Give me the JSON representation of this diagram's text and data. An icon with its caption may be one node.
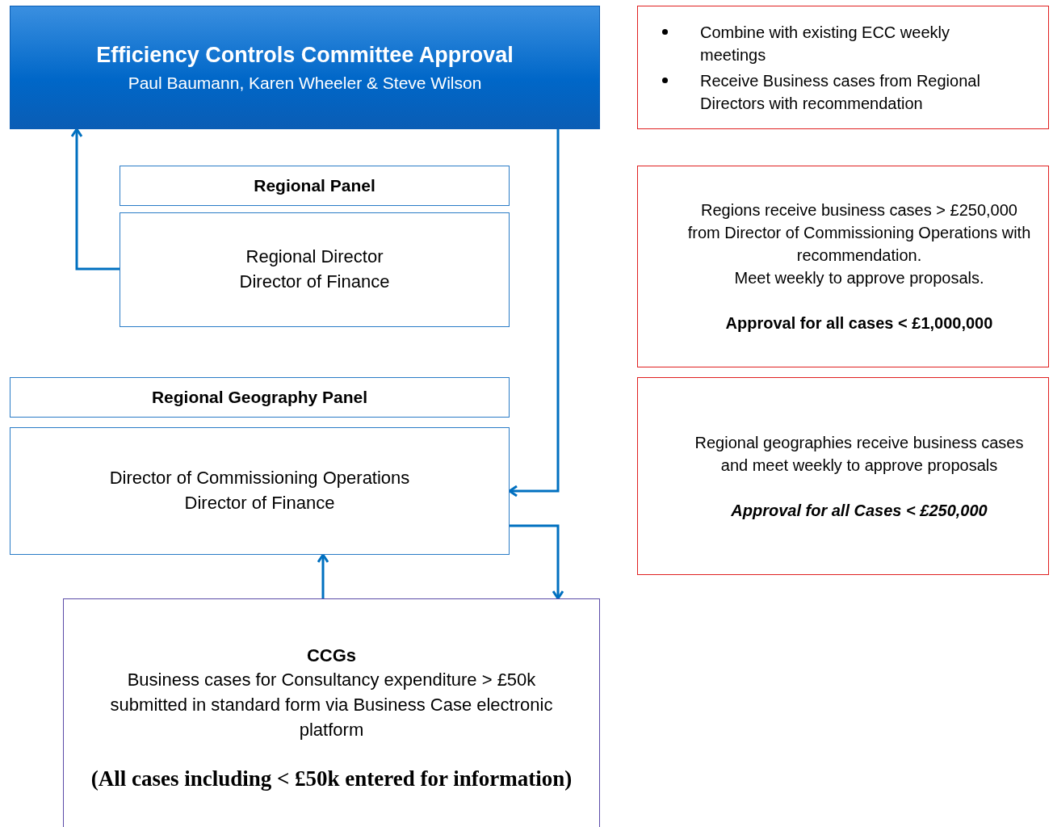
{
  "diagram": {
    "nodes": [
      {
        "text": [
          "Efficiency Controls Committee Approval",
          "Paul Baumann, Karen Wheeler & Steve Wilson"
        ]
      },
      {
        "text": [
          "Regional Panel"
        ]
      },
      {
        "text": [
          "Regional Director",
          "Director of Finance"
        ]
      },
      {
        "text": [
          "Regional Geography Panel"
        ]
      },
      {
        "text": [
          "Director of Commissioning Operations",
          "Director of Finance"
        ]
      },
      {
        "text": [
          "CCGs",
          "Business cases for Consultancy expenditure > £50k submitted in standard form via Business Case electronic platform",
          "(All cases including < £50k entered for information)"
        ]
      },
      {
        "text": [
          "Combine with existing ECC weekly meetings",
          "Receive Business cases from Regional Directors with recommendation"
        ]
      },
      {
        "text": [
          "Regions receive business cases > £250,000 from Director of Commissioning Operations with recommendation.",
          "Meet weekly to approve proposals.",
          "Approval for all cases < £1,000,000"
        ]
      },
      {
        "text": [
          "Regional geographies receive business cases and meet weekly to approve proposals",
          "Approval for all Cases < £250,000"
        ]
      }
    ],
    "edges": [
      {
        "from": 2,
        "to": 0,
        "arrow": "to"
      },
      {
        "from": 0,
        "to": 4,
        "arrow": "to"
      },
      {
        "from": 4,
        "to": 5,
        "arrow": "to"
      },
      {
        "from": 5,
        "to": 4,
        "arrow": "to"
      }
    ]
  }
}
